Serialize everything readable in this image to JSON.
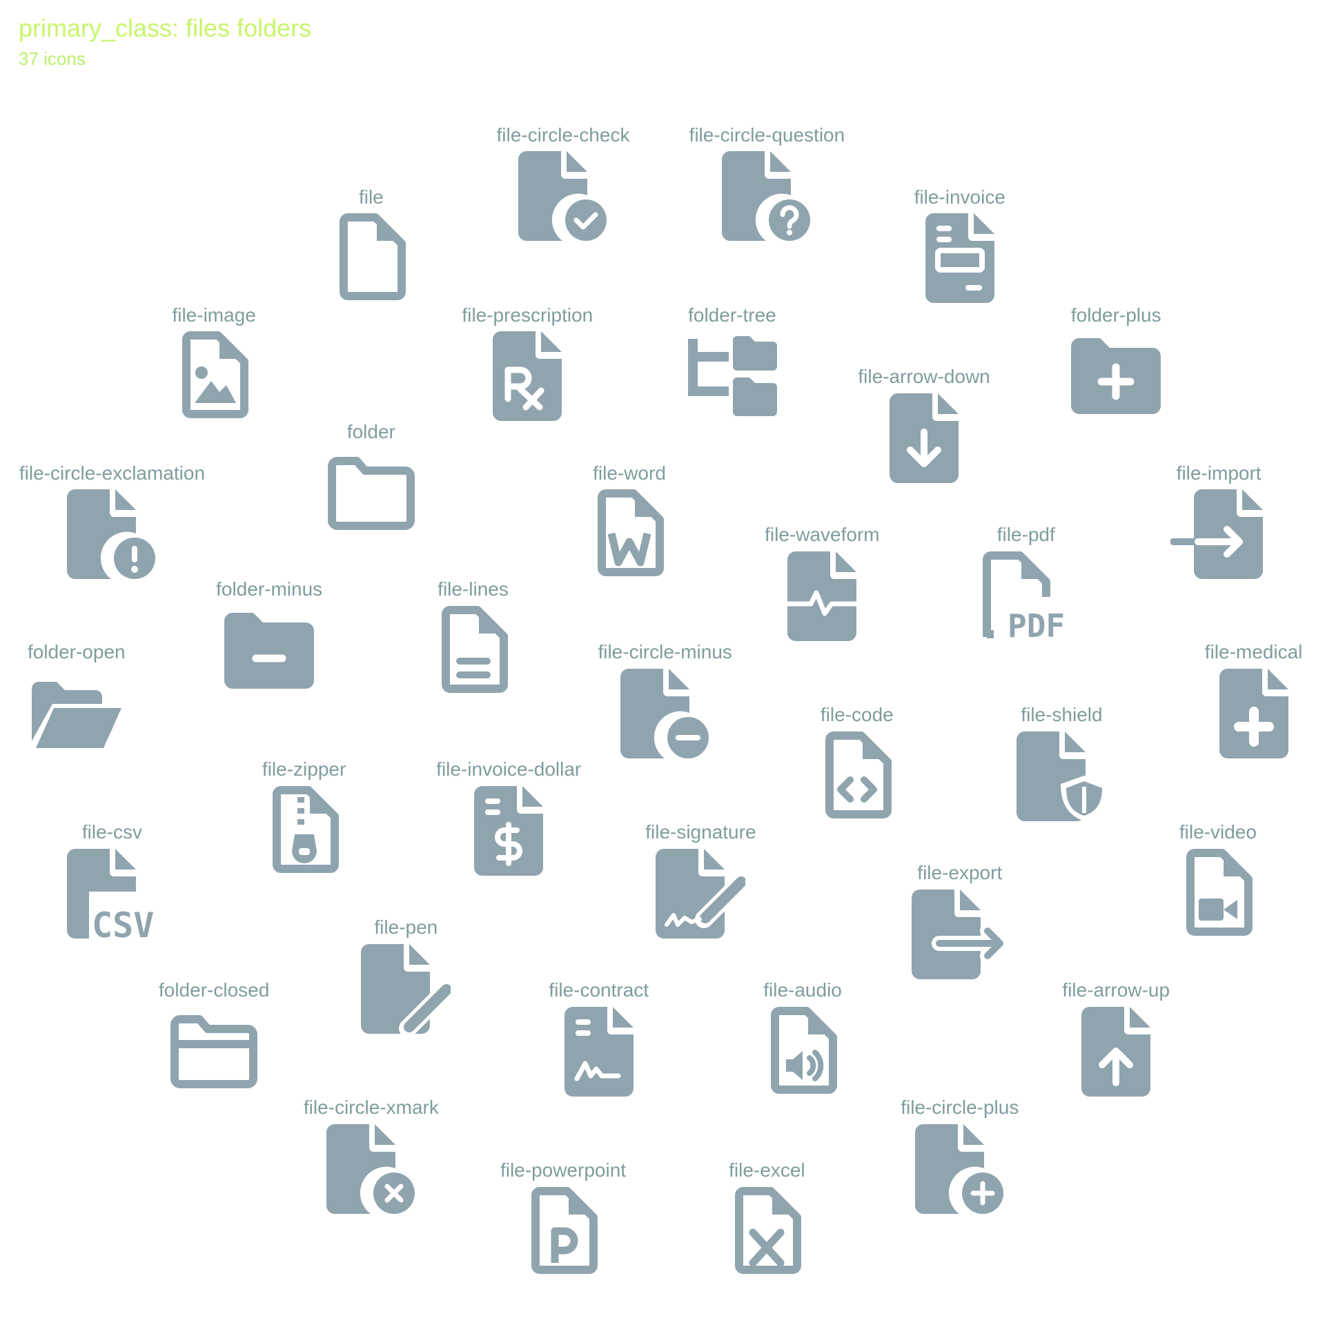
{
  "header": {
    "title": "primary_class: files folders",
    "count": "37 icons"
  },
  "colors": {
    "icon": "#90a4ae",
    "label": "#7f9c9e",
    "header": "#c8f56a"
  },
  "icons": [
    {
      "label": "file"
    },
    {
      "label": "file-circle-check"
    },
    {
      "label": "file-circle-question"
    },
    {
      "label": "file-invoice"
    },
    {
      "label": "file-image"
    },
    {
      "label": "file-prescription"
    },
    {
      "label": "folder-tree"
    },
    {
      "label": "folder-plus"
    },
    {
      "label": "file-arrow-down"
    },
    {
      "label": "folder"
    },
    {
      "label": "file-circle-exclamation"
    },
    {
      "label": "file-word"
    },
    {
      "label": "file-import"
    },
    {
      "label": "file-waveform"
    },
    {
      "label": "file-pdf"
    },
    {
      "label": "folder-minus"
    },
    {
      "label": "file-lines"
    },
    {
      "label": "folder-open"
    },
    {
      "label": "file-circle-minus"
    },
    {
      "label": "file-medical"
    },
    {
      "label": "file-code"
    },
    {
      "label": "file-shield"
    },
    {
      "label": "file-zipper"
    },
    {
      "label": "file-invoice-dollar"
    },
    {
      "label": "file-csv"
    },
    {
      "label": "file-signature"
    },
    {
      "label": "file-video"
    },
    {
      "label": "file-export"
    },
    {
      "label": "file-pen"
    },
    {
      "label": "folder-closed"
    },
    {
      "label": "file-contract"
    },
    {
      "label": "file-audio"
    },
    {
      "label": "file-arrow-up"
    },
    {
      "label": "file-circle-xmark"
    },
    {
      "label": "file-circle-plus"
    },
    {
      "label": "file-powerpoint"
    },
    {
      "label": "file-excel"
    }
  ]
}
